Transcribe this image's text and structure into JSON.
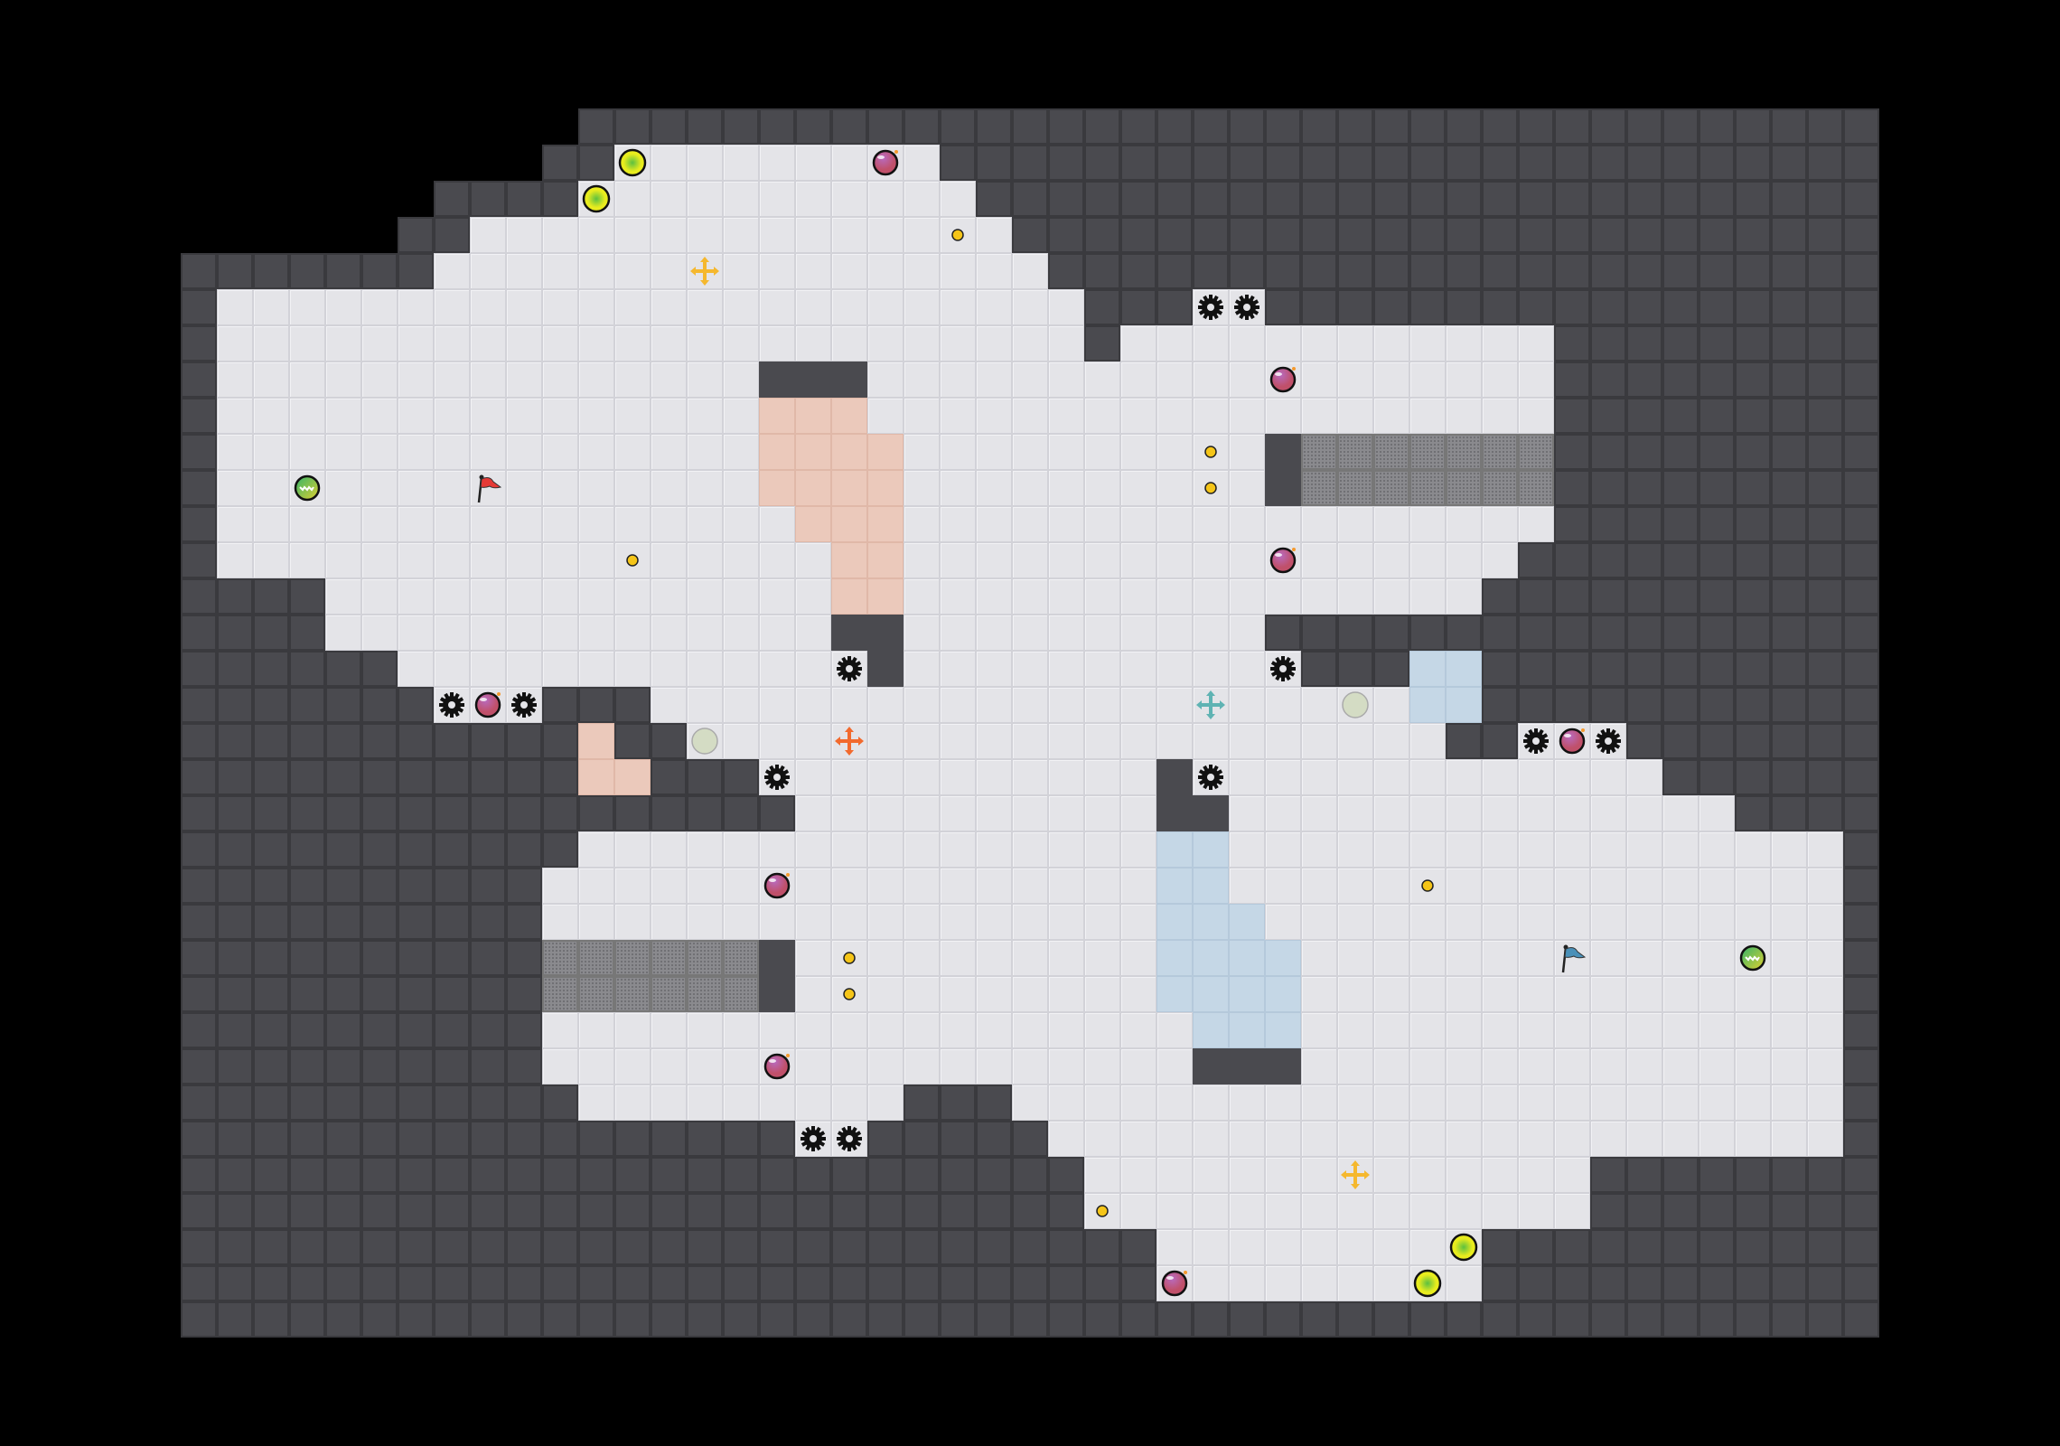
{
  "game": {
    "colors": {
      "floor": "#e4e4e8",
      "wall": "#4a4a4f",
      "red_zone": "#ebc9bb",
      "blue_zone": "#c5d7e6",
      "red_flag": "#e53935",
      "blue_flag": "#4a90b8",
      "boost_yellow": "#f5b82e",
      "boost_red": "#f26a2e",
      "boost_teal": "#5fb3b3",
      "powerup": "#9b4f9b",
      "coin": "#f5c518"
    },
    "entities": {
      "flags": [
        "red",
        "blue"
      ],
      "spike_count": 12,
      "powerup_count": 8,
      "coin_count": 8,
      "boost_count": 4,
      "portal_count": 4,
      "bomb_count": 2,
      "inactive_count": 2
    }
  }
}
